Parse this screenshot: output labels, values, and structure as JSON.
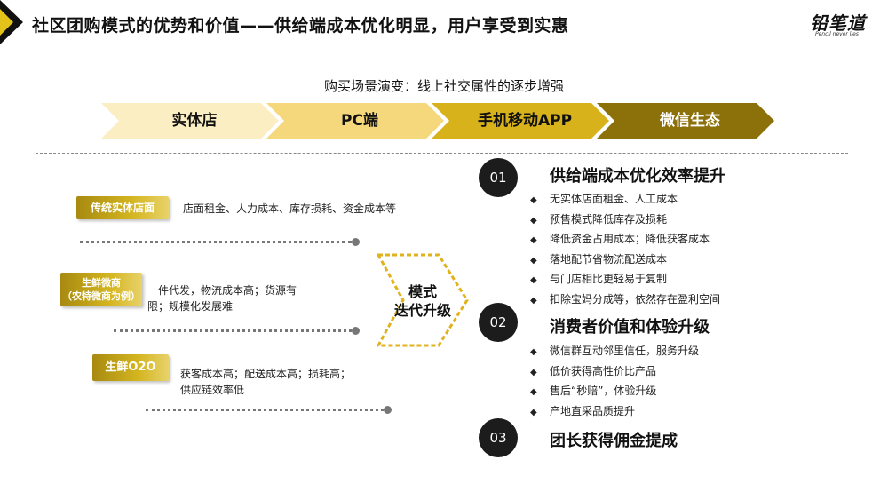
{
  "header": {
    "title": "社区团购模式的优势和价值——供给端成本优化明显，用户享受到实惠",
    "logo_text": "铅笔道",
    "logo_sub": "Pencil never lies",
    "accent_color": "#e3c21a"
  },
  "scene": {
    "subtitle": "购买场景演变：线上社交属性的逐步增强",
    "stages": [
      "实体店",
      "PC端",
      "手机移动APP",
      "微信生态"
    ],
    "stage_colors": [
      "#fbeec2",
      "#f5d77c",
      "#d8b21a",
      "#8c7009"
    ]
  },
  "models": [
    {
      "tag": "传统实体店面",
      "desc": "店面租金、人力成本、库存损耗、资金成本等"
    },
    {
      "tag_line1": "生鲜微商",
      "tag_line2": "（农特微商为例）",
      "desc_line1": "一件代发，物流成本高；货源有",
      "desc_line2": "限；规模化发展难"
    },
    {
      "tag": "生鲜O2O",
      "desc_line1": "获客成本高；配送成本高；损耗高；",
      "desc_line2": "供应链效率低"
    }
  ],
  "iteration": {
    "line1": "模式",
    "line2": "迭代升级"
  },
  "sections": [
    {
      "number": "01",
      "title": "供给端成本优化效率提升",
      "bullets": [
        "无实体店面租金、人工成本",
        "预售模式降低库存及损耗",
        "降低资金占用成本；降低获客成本",
        "落地配节省物流配送成本",
        "与门店相比更轻易于复制",
        "扣除宝妈分成等，依然存在盈利空间"
      ]
    },
    {
      "number": "02",
      "title": "消费者价值和体验升级",
      "bullets": [
        "微信群互动邻里信任，服务升级",
        "低价获得高性价比产品",
        "售后“秒赔”，体验升级",
        "产地直采品质提升"
      ]
    },
    {
      "number": "03",
      "title": "团长获得佣金提成"
    }
  ],
  "bullet_glyph": "◆"
}
